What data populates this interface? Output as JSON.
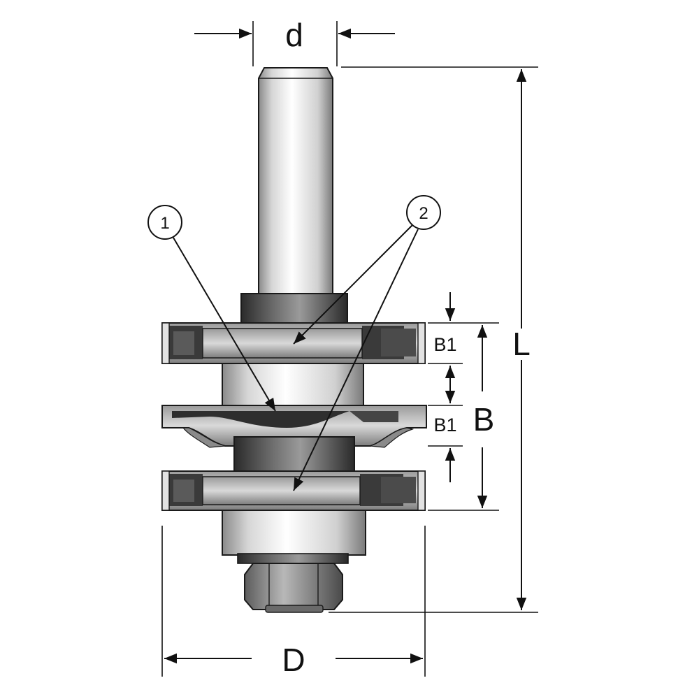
{
  "labels": {
    "shank_diameter": "d",
    "cutter_diameter": "D",
    "overall_length": "L",
    "cutting_height": "B",
    "cutter_height_top": "B1",
    "cutter_height_bottom": "B1",
    "callout_1": "1",
    "callout_2": "2"
  },
  "colors": {
    "steel_light": "#f2f2f2",
    "steel_mid": "#c8c8c8",
    "steel_dark": "#6e6e6e",
    "carbide_dark": "#3a3a3a",
    "outline": "#1a1a1a"
  }
}
